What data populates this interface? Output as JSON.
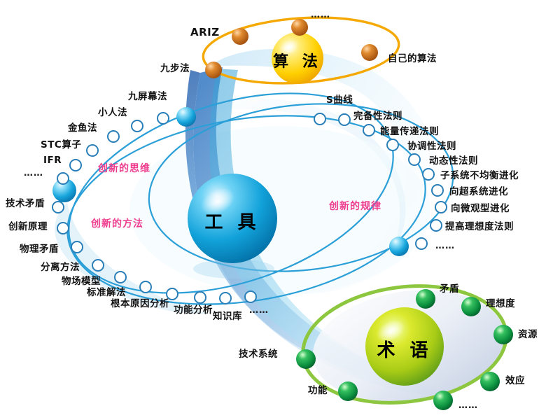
{
  "diagram": {
    "title": "TRIZ Concept Map",
    "background": "#ffffff",
    "colors": {
      "orange_ring": "#f5a800",
      "orange_node": "#cf6a1a",
      "yellow_sphere": "#ffd400",
      "blue_ring": "#2a9fd8",
      "blue_sphere": "#0f9fd8",
      "green_ring": "#8dc63f",
      "green_node": "#0e9344",
      "yellowgreen_sphere": "#c2d500",
      "pink_label": "#ee3d8f",
      "text": "#111111"
    }
  },
  "clusters": {
    "algorithm": {
      "core_label": "算 法",
      "ring_color": "#f5a800",
      "nodes": [
        {
          "label": "ARIZ"
        },
        {
          "label": "九步法"
        },
        {
          "label": "自己的算法"
        },
        {
          "label": "……"
        }
      ]
    },
    "tool": {
      "core_label": "工 具"
    },
    "terminology": {
      "core_label": "术 语",
      "ring_color": "#8dc63f",
      "nodes": [
        {
          "label": "矛盾"
        },
        {
          "label": "理想度"
        },
        {
          "label": "资源"
        },
        {
          "label": "效应"
        },
        {
          "label": "功能"
        },
        {
          "label": "……"
        }
      ]
    }
  },
  "orbits": {
    "thinking": {
      "title": "创新的思维",
      "nodes": [
        {
          "label": "九屏幕法"
        },
        {
          "label": "小人法"
        },
        {
          "label": "金鱼法"
        },
        {
          "label": "STC算子"
        },
        {
          "label": "IFR"
        },
        {
          "label": "……"
        }
      ]
    },
    "methods": {
      "title": "创新的方法",
      "nodes": [
        {
          "label": "技术矛盾"
        },
        {
          "label": "创新原理"
        },
        {
          "label": "物理矛盾"
        },
        {
          "label": "分离方法"
        },
        {
          "label": "物场模型"
        },
        {
          "label": "标准解法"
        },
        {
          "label": "根本原因分析"
        },
        {
          "label": "功能分析"
        },
        {
          "label": "知识库"
        },
        {
          "label": "……"
        }
      ]
    },
    "laws": {
      "title": "创新的规律",
      "nodes": [
        {
          "label": "S曲线"
        },
        {
          "label": "完备性法则"
        },
        {
          "label": "能量传递法则"
        },
        {
          "label": "协调性法则"
        },
        {
          "label": "动态性法则"
        },
        {
          "label": "子系统不均衡进化"
        },
        {
          "label": "向超系统进化"
        },
        {
          "label": "向微观型进化"
        },
        {
          "label": "提高理想度法则"
        },
        {
          "label": "……"
        }
      ]
    }
  },
  "misc": {
    "technical_system": "技术系统"
  }
}
